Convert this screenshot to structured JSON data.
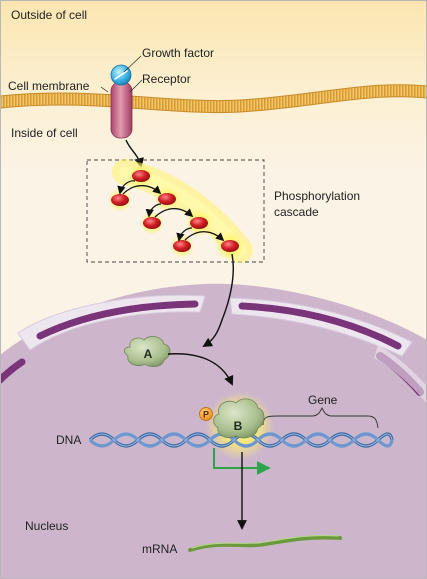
{
  "labels": {
    "outside_of_cell": "Outside of cell",
    "growth_factor": "Growth factor",
    "receptor": "Receptor",
    "cell_membrane": "Cell membrane",
    "inside_of_cell": "Inside of cell",
    "phosphorylation": "Phosphorylation",
    "cascade": "cascade",
    "protein_a": "A",
    "protein_b": "B",
    "phosphate": "P",
    "gene": "Gene",
    "dna": "DNA",
    "nucleus": "Nucleus",
    "mrna": "mRNA"
  },
  "colors": {
    "outside_top": "#fbe8b5",
    "cytoplasm": "#fbf2e4",
    "membrane": "#e8b048",
    "nucleus": "#cbb4c9",
    "nuclear_envelope": "#ece4ee",
    "pore_purple": "#7a3479",
    "receptor": "#c46a86",
    "growth_factor": "#3bb3e6",
    "kinase_red": "#c41a20",
    "glow": "#fff45a",
    "protein": "#b5c79b",
    "dna_blue": "#4a78b6",
    "transcription_arrow": "#2ea34a",
    "mrna_green": "#6a9a3c"
  }
}
